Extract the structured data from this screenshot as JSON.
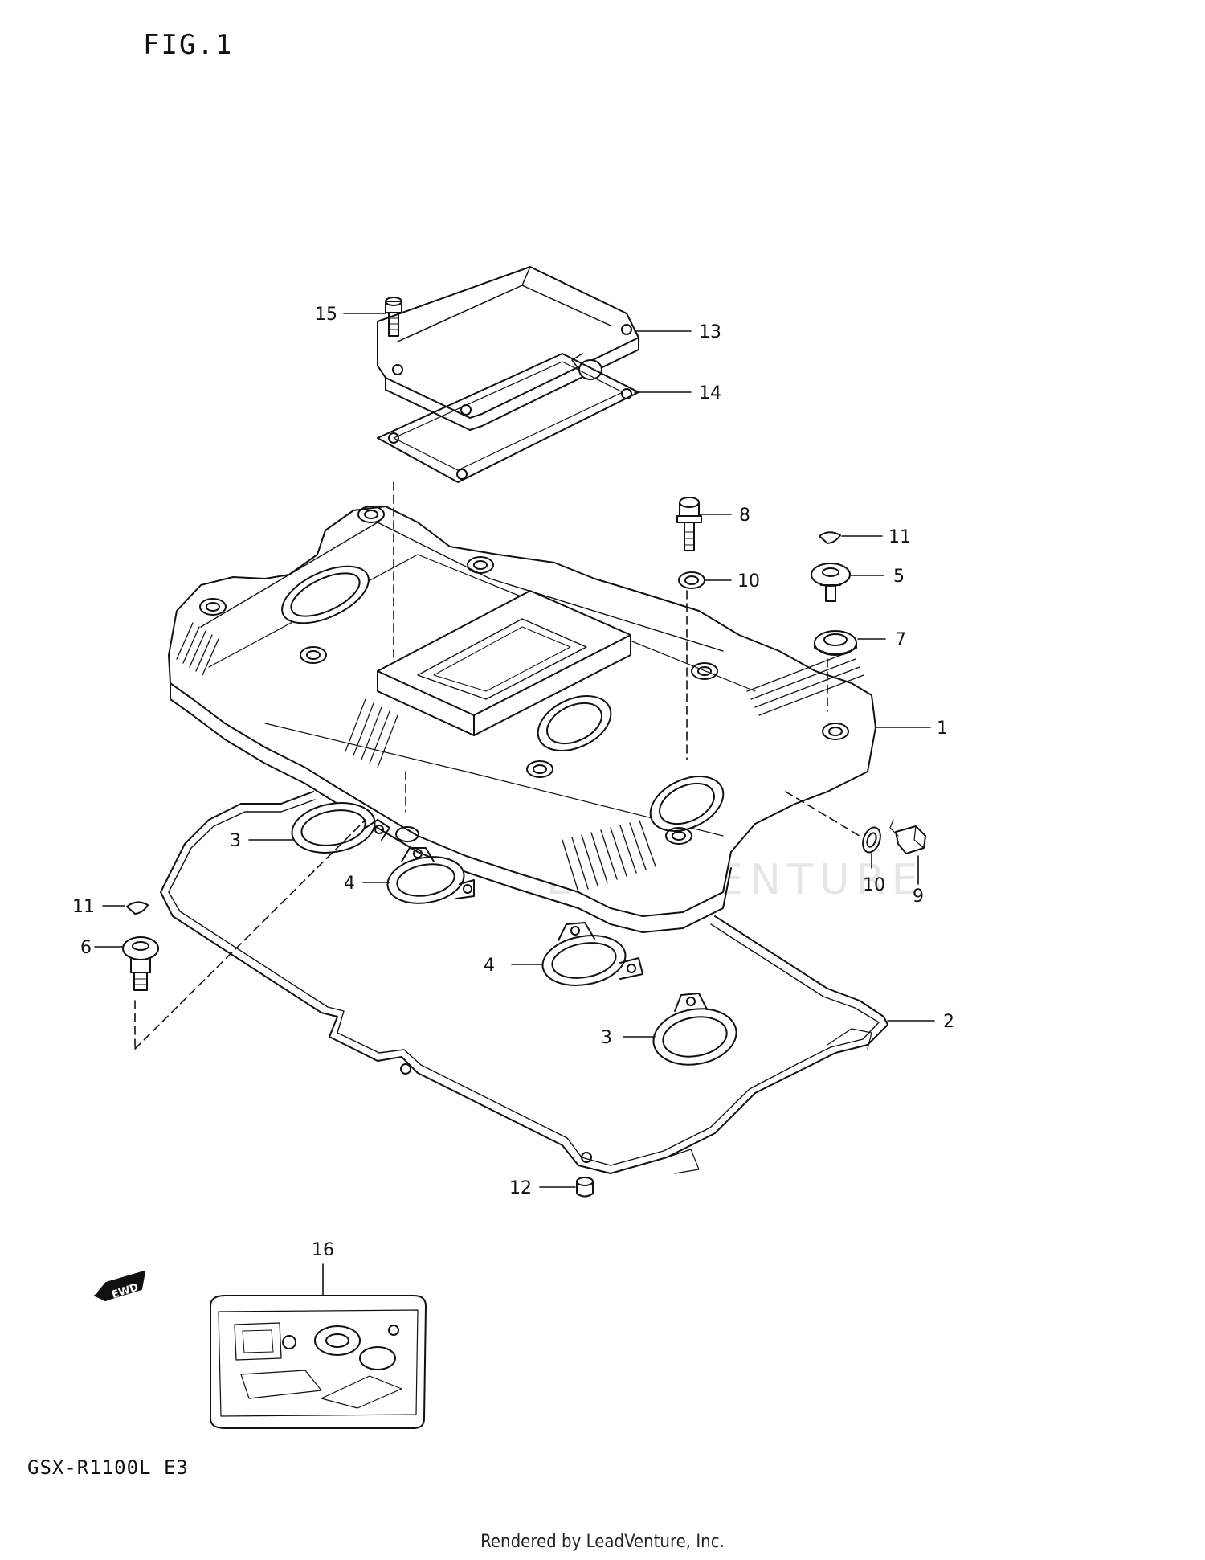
{
  "figure": {
    "title": "FIG.1",
    "model": "GSX-R1100L E3",
    "credit": "Rendered by LeadVenture, Inc.",
    "watermark": "LEADVENTURE"
  },
  "callouts": [
    {
      "id": "c15",
      "label": "15"
    },
    {
      "id": "c13",
      "label": "13"
    },
    {
      "id": "c14",
      "label": "14"
    },
    {
      "id": "c8",
      "label": "8"
    },
    {
      "id": "c11a",
      "label": "11"
    },
    {
      "id": "c10a",
      "label": "10"
    },
    {
      "id": "c5",
      "label": "5"
    },
    {
      "id": "c7",
      "label": "7"
    },
    {
      "id": "c1",
      "label": "1"
    },
    {
      "id": "c3a",
      "label": "3"
    },
    {
      "id": "c4a",
      "label": "4"
    },
    {
      "id": "c10b",
      "label": "10"
    },
    {
      "id": "c9",
      "label": "9"
    },
    {
      "id": "c11b",
      "label": "11"
    },
    {
      "id": "c6",
      "label": "6"
    },
    {
      "id": "c4b",
      "label": "4"
    },
    {
      "id": "c2",
      "label": "2"
    },
    {
      "id": "c3b",
      "label": "3"
    },
    {
      "id": "c12",
      "label": "12"
    },
    {
      "id": "c16",
      "label": "16"
    }
  ],
  "ewd_badge": "EWD",
  "colors": {
    "line": "#111111",
    "watermark": "#e6e6e6"
  }
}
